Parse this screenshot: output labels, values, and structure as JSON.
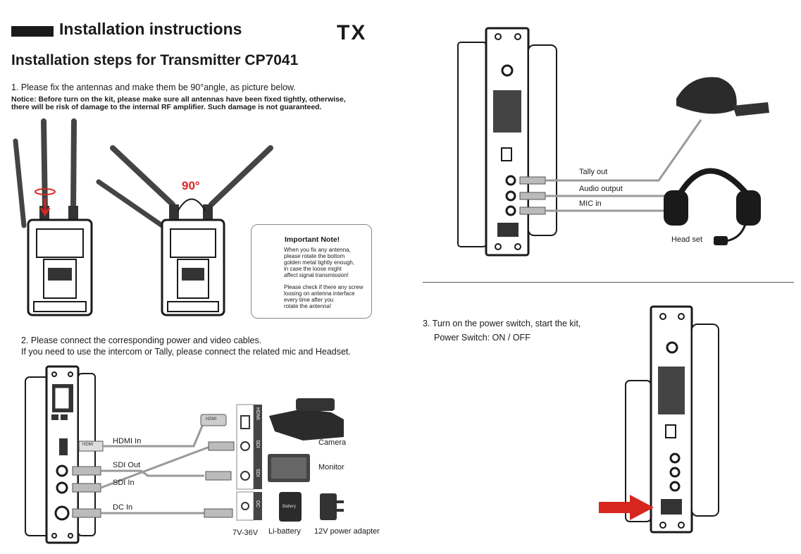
{
  "header": {
    "title": "Installation instructions",
    "tx_badge": "TX",
    "subtitle": "Installation steps for Transmitter CP7041"
  },
  "step1": {
    "text": "1. Please fix the antennas and make them be 90°angle, as picture below.",
    "notice_line1": "Notice: Before turn on the kit, please make sure all antennas have been fixed tightly, otherwise,",
    "notice_line2": "there will be risk of damage to the internal RF amplifier. Such damage is not guaranteed.",
    "angle_label": "90°"
  },
  "important_note": {
    "title": "Important Note!",
    "para1": [
      "When you fix any antenna,",
      "please rotate the bottom",
      "golden metal tightly enough,",
      "in case the loose might",
      "affect signal transmission!"
    ],
    "para2": [
      "Please check if there any screw",
      "loosing on antenna interface",
      "every time after you",
      "rotate the antenna!"
    ]
  },
  "step2": {
    "line1": "2. Please connect the corresponding power and video cables.",
    "line2": "If you need to use the intercom or Tally, please connect the related mic and Headset.",
    "ports": {
      "hdmi_in": "HDMI In",
      "sdi_out": "SDI Out",
      "sdi_in": "SDI In",
      "dc_in": "DC In"
    },
    "devices": {
      "camera": "Camera",
      "monitor": "Monitor",
      "voltage": "7V-36V",
      "li_battery": "Li-battery",
      "adapter": "12V power adapter",
      "battery_label": "Battery",
      "hdmi_plug": "HDMI"
    },
    "panel_tags": {
      "hdmi": "HDMI",
      "sdi1": "SDI",
      "sdi2": "SDI",
      "dc": "DC"
    }
  },
  "right_top": {
    "tally_out": "Tally out",
    "audio_output": "Audio output",
    "mic_in": "MIC in",
    "head_set": "Head set"
  },
  "step3": {
    "line1": "3. Turn on the power switch, start the kit,",
    "line2": "Power Switch: ON / OFF"
  },
  "colors": {
    "red": "#d7261e",
    "dark": "#1a1a1a",
    "cable_gray": "#9a9a9a"
  }
}
